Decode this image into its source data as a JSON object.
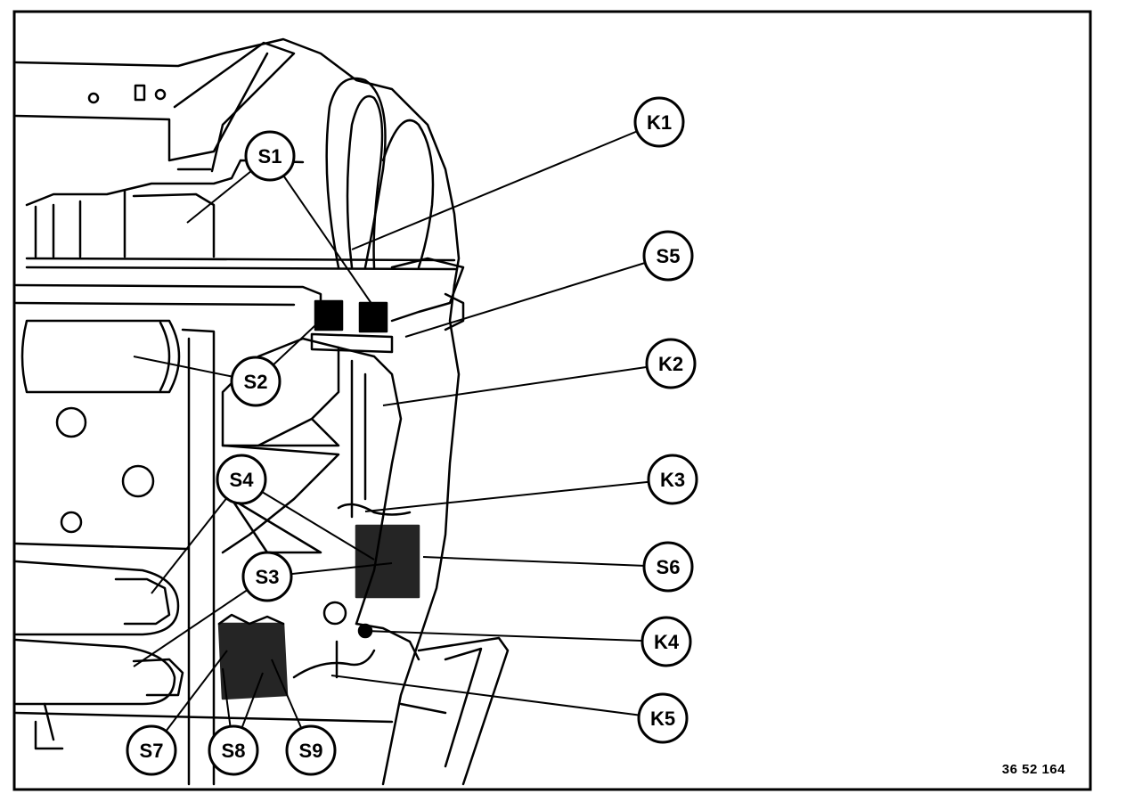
{
  "figure": {
    "reference_number": "36 52 164"
  },
  "callouts": {
    "S1": "S1",
    "S2": "S2",
    "S3": "S3",
    "S4": "S4",
    "S5": "S5",
    "S6": "S6",
    "S7": "S7",
    "S8": "S8",
    "S9": "S9",
    "K1": "K1",
    "K2": "K2",
    "K3": "K3",
    "K4": "K4",
    "K5": "K5"
  },
  "colors": {
    "ink": "#000000",
    "paper": "#ffffff"
  }
}
